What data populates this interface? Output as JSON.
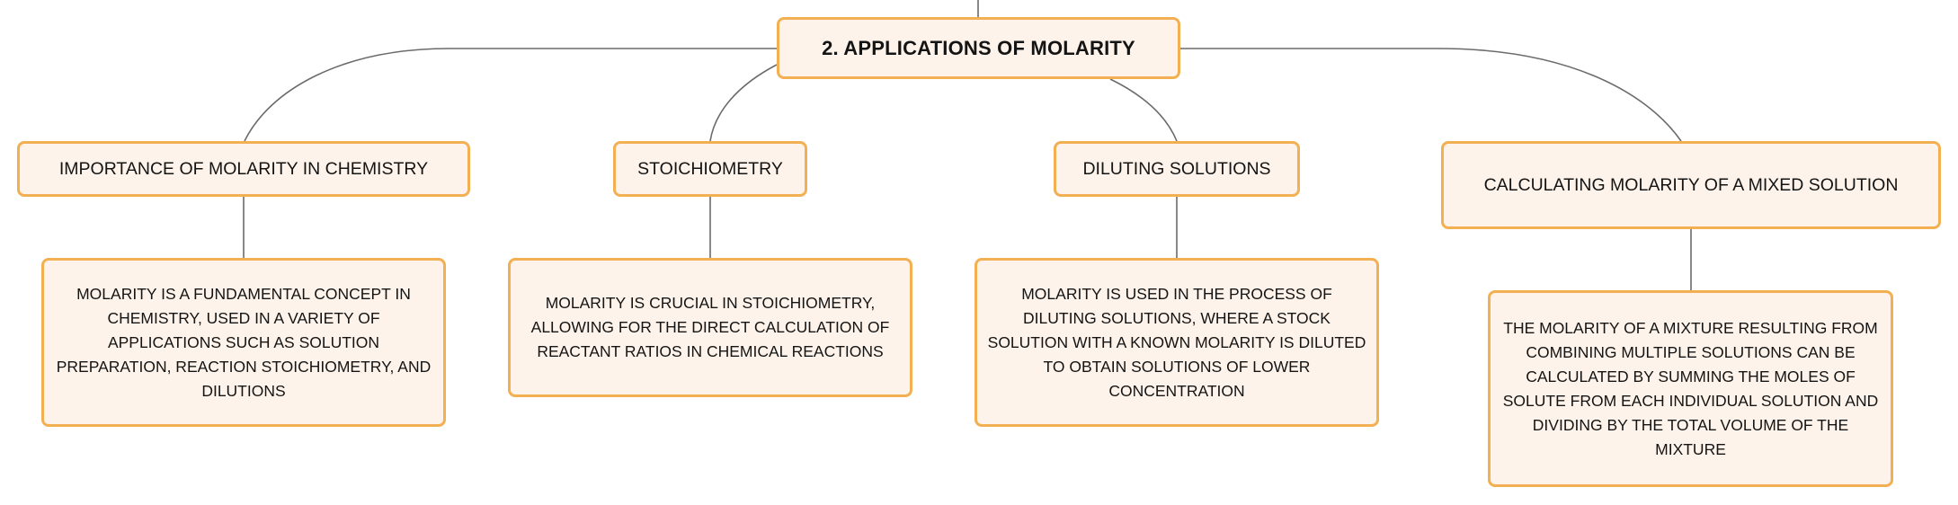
{
  "root": {
    "label": "2. APPLICATIONS OF MOLARITY"
  },
  "topics": [
    {
      "label": "IMPORTANCE OF MOLARITY IN CHEMISTRY",
      "detail": "MOLARITY IS A FUNDAMENTAL CONCEPT IN CHEMISTRY, USED IN A VARIETY OF APPLICATIONS SUCH AS SOLUTION PREPARATION, REACTION STOICHIOMETRY, AND DILUTIONS"
    },
    {
      "label": "STOICHIOMETRY",
      "detail": "MOLARITY IS CRUCIAL IN STOICHIOMETRY, ALLOWING FOR THE DIRECT CALCULATION OF REACTANT RATIOS IN CHEMICAL REACTIONS"
    },
    {
      "label": "DILUTING SOLUTIONS",
      "detail": "MOLARITY IS USED IN THE PROCESS OF DILUTING SOLUTIONS, WHERE A STOCK SOLUTION WITH A KNOWN MOLARITY IS DILUTED TO OBTAIN SOLUTIONS OF LOWER CONCENTRATION"
    },
    {
      "label": "CALCULATING MOLARITY OF A MIXED SOLUTION",
      "detail": "THE MOLARITY OF A MIXTURE RESULTING FROM COMBINING MULTIPLE SOLUTIONS CAN BE CALCULATED BY SUMMING THE MOLES OF SOLUTE FROM EACH INDIVIDUAL SOLUTION AND DIVIDING BY THE TOTAL VOLUME OF THE MIXTURE"
    }
  ],
  "colors": {
    "node_fill": "#fdf3ea",
    "node_border": "#f3b052",
    "connector": "#6b6b6b"
  }
}
